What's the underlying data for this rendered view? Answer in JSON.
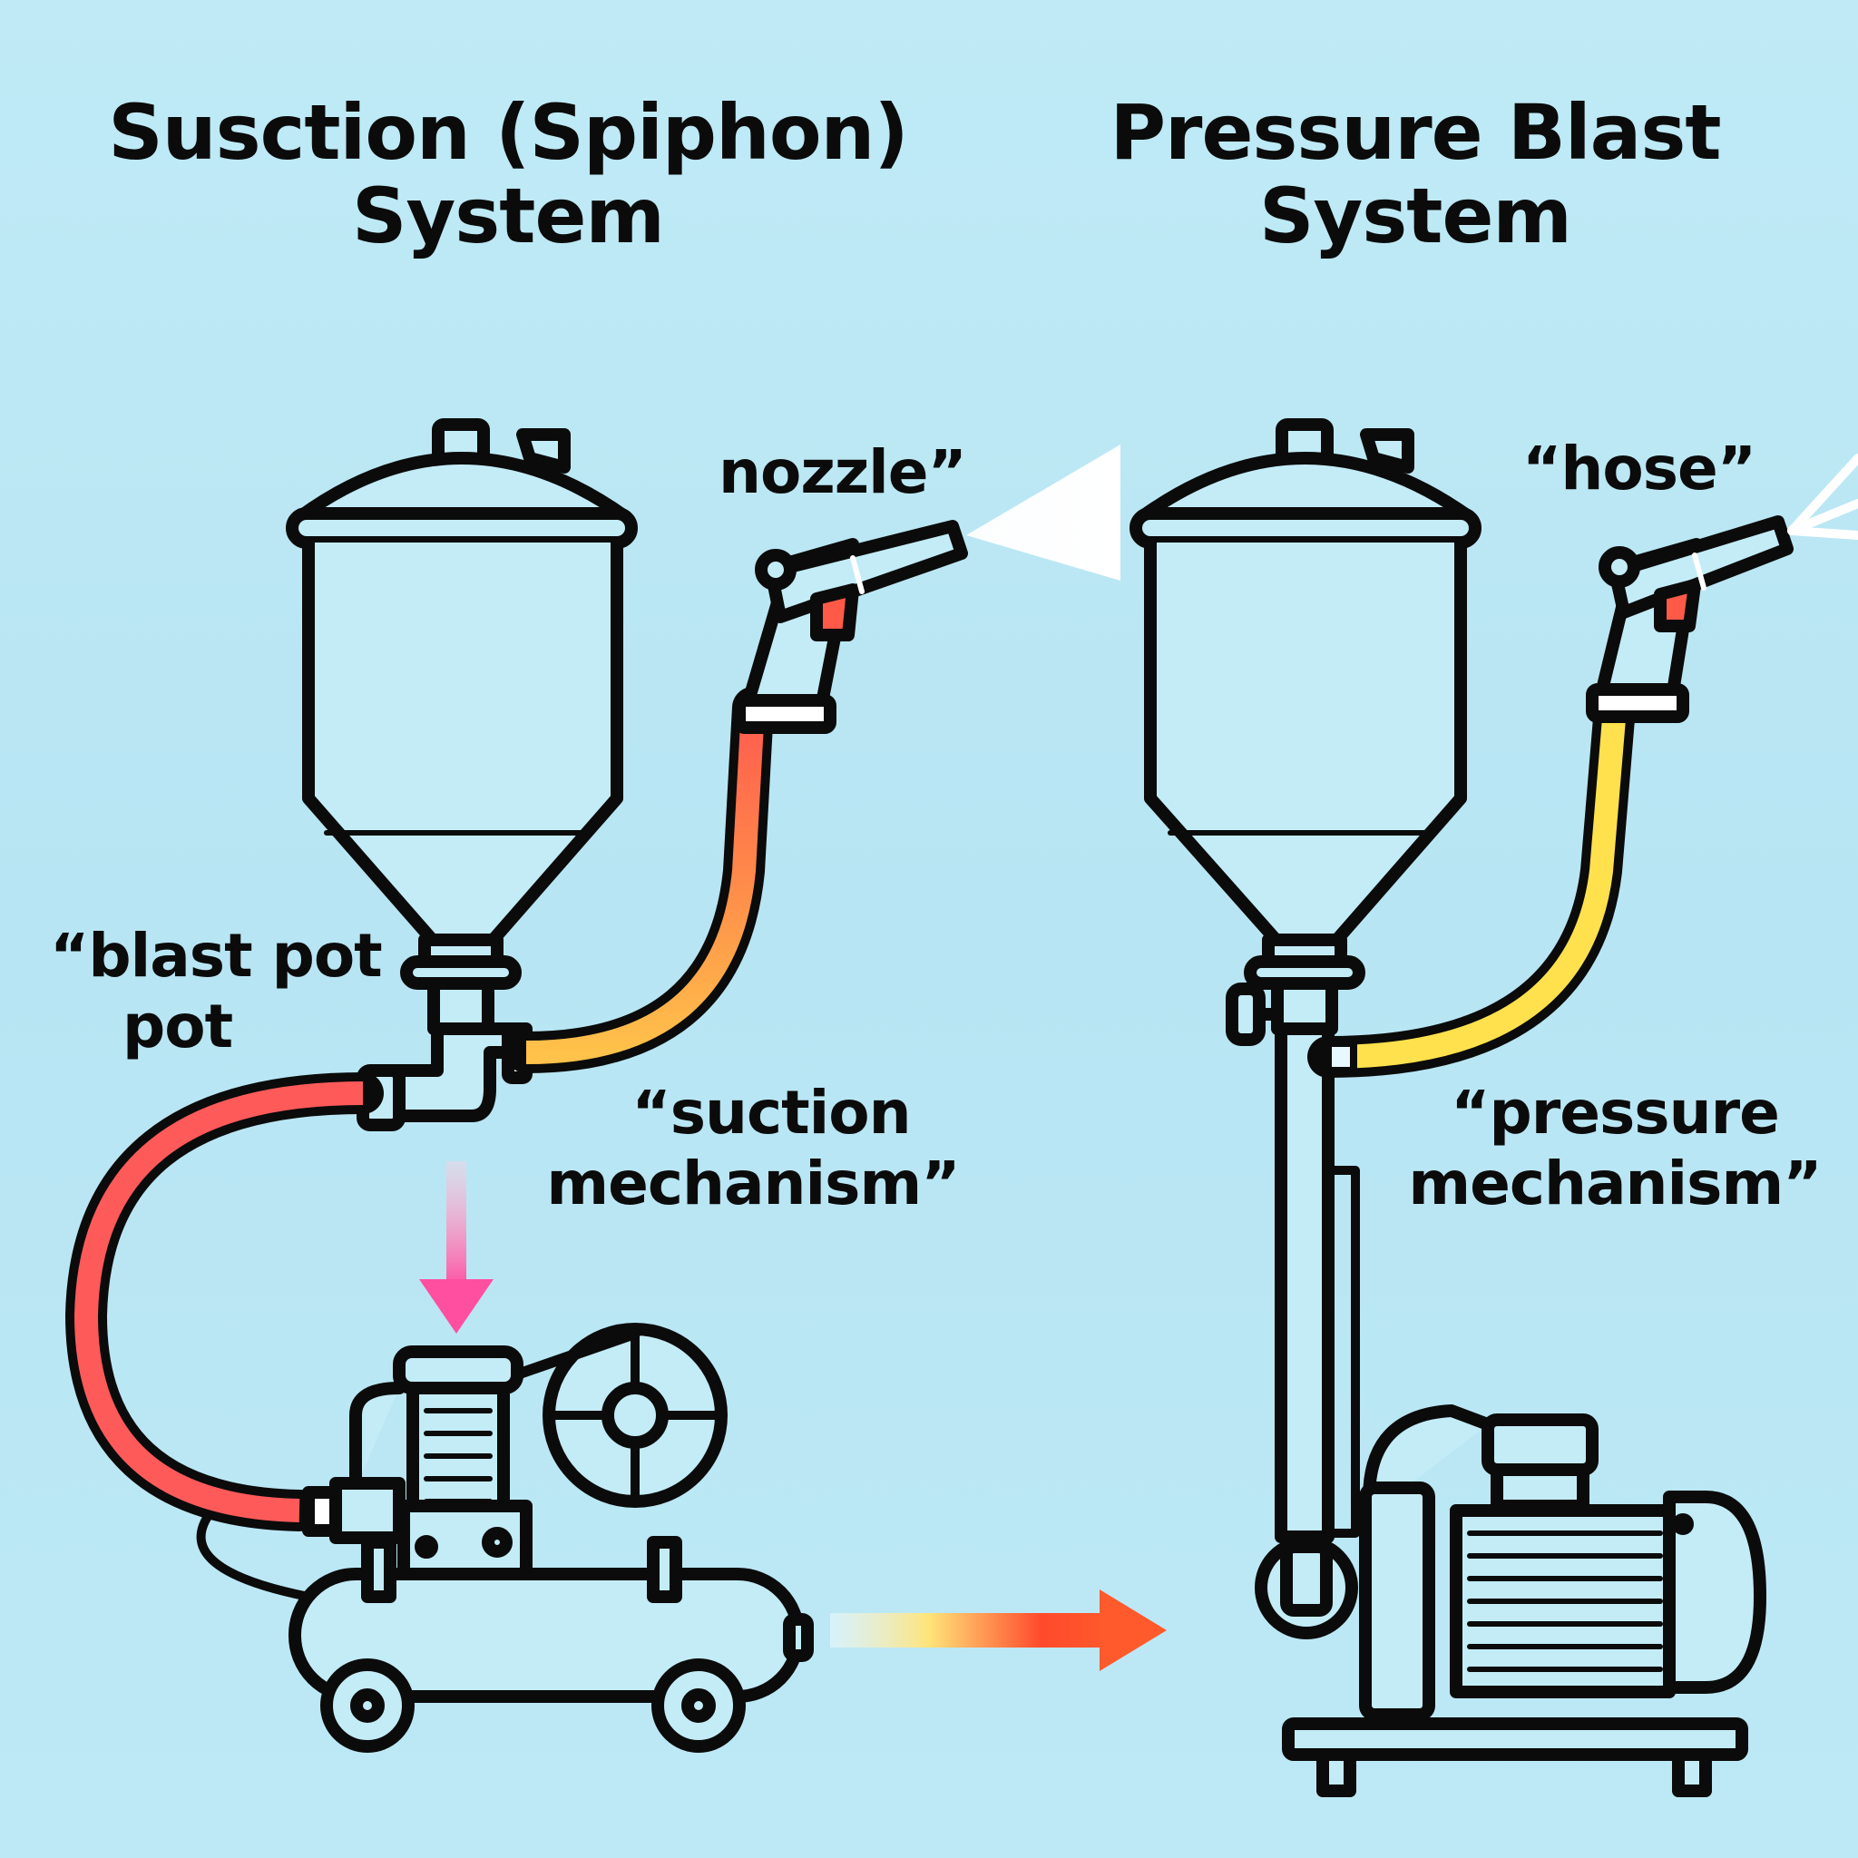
{
  "left_panel": {
    "title_line1": "Susction (Spiphon)",
    "title_line2": "System",
    "labels": {
      "nozzle": "nozzle”",
      "blast_pot_line1": "“blast pot",
      "blast_pot_line2": "pot",
      "mechanism_line1": "“suction",
      "mechanism_line2": "mechanism”"
    },
    "hose_gradient": [
      "#ff5a4e",
      "#ffd54f"
    ],
    "components": [
      "blast pot tank",
      "tee fitting",
      "suction hose",
      "air hose",
      "blast gun",
      "air compressor",
      "down arrow"
    ]
  },
  "right_panel": {
    "title_line1": "Pressure Blast",
    "title_line2": "System",
    "labels": {
      "hose": "“hose”",
      "mechanism_line1": "“pressure",
      "mechanism_line2": "mechanism”"
    },
    "hose_color": "#ffe14d",
    "components": [
      "pressure vessel tank",
      "valve",
      "vertical pipe",
      "pressure hose",
      "blast gun",
      "electric pump motor",
      "base frame"
    ]
  },
  "transition_arrow": {
    "direction": "left-to-right",
    "gradient": [
      "#e9f8ff",
      "#ffe47a",
      "#ff4a2c"
    ]
  },
  "colors": {
    "background": "#bde9f5",
    "outline": "#0b0b0b",
    "fill": "#c3ecf7",
    "trigger": "#ff5a47",
    "spray": "#ffffff",
    "down_arrow": "#ff4fa0"
  }
}
